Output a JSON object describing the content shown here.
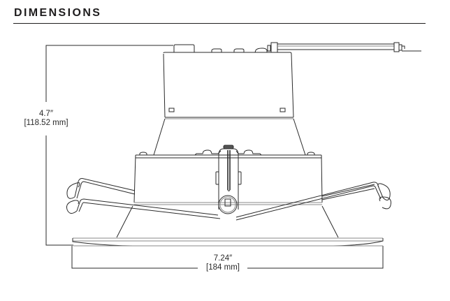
{
  "header": {
    "title": "DIMENSIONS"
  },
  "dimensions": {
    "height": {
      "imperial": "4.7″",
      "metric": "[118.52 mm]"
    },
    "width": {
      "imperial": "7.24″",
      "metric": "[184 mm]"
    }
  },
  "drawing": {
    "subject": "recessed downlight retrofit - side elevation",
    "parts": [
      "junction-box",
      "conduit-whip",
      "driver-housing",
      "tapered-body",
      "mounting-ring",
      "torsion-spring-left",
      "torsion-spring-right",
      "adjustment-screw-bracket",
      "trim-flange"
    ],
    "colors": {
      "line": "#2a2a2a",
      "light_line": "#8a8a8a",
      "text": "#1f1d1e",
      "background": "#ffffff"
    }
  }
}
